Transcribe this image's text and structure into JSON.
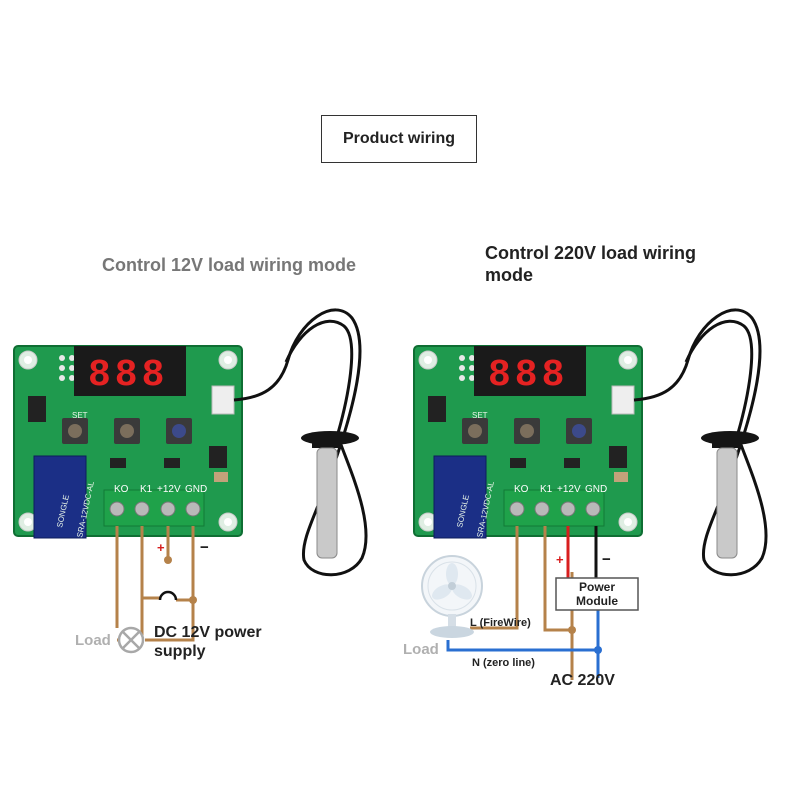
{
  "header": {
    "title": "Product wiring"
  },
  "left_panel": {
    "title": "Control 12V load wiring mode",
    "board": {
      "digits": "888",
      "button_label": "SET",
      "terminal_labels": [
        "KO",
        "K1",
        "+12V",
        "GND"
      ],
      "relay_text": "SRA-12VDC-AL",
      "relay_brand": "SONGLE"
    },
    "plus_sign": "+",
    "minus_sign": "−",
    "load_label": "Load",
    "supply_label_line1": "DC 12V power",
    "supply_label_line2": "supply"
  },
  "right_panel": {
    "title": "Control 220V load wiring mode",
    "board": {
      "digits": "888",
      "button_label": "SET",
      "terminal_labels": [
        "KO",
        "K1",
        "+12V",
        "GND"
      ],
      "relay_text": "SRA-12VDC-AL",
      "relay_brand": "SONGLE"
    },
    "plus_sign": "+",
    "minus_sign": "−",
    "power_module_line1": "Power",
    "power_module_line2": "Module",
    "live_label": "L (FireWire)",
    "neutral_label": "N (zero line)",
    "load_label": "Load",
    "ac_label": "AC 220V"
  },
  "colors": {
    "pcb": "#1f9a4e",
    "pcb_dark": "#0f6e33",
    "display": "#1a1a1a",
    "segment": "#e52222",
    "terminal": "#1fa24a",
    "wire_brown": "#b5824a",
    "wire_red": "#d81e1e",
    "wire_black": "#111111",
    "wire_blue": "#2a6fd1",
    "cable": "#111111"
  }
}
